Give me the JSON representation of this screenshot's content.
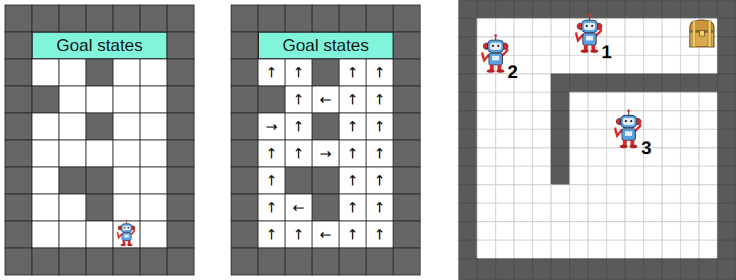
{
  "diagram": {
    "nodes": [
      {
        "text": [
          "Goal states"
        ]
      },
      {
        "text": [
          "Goal states"
        ]
      }
    ],
    "labels": [
      "↑",
      "↑",
      "↑",
      "↑",
      "↑",
      "←",
      "↑",
      "↑",
      "→",
      "↑",
      "↑",
      "↑",
      "↑",
      "↑",
      "→",
      "↑",
      "↑",
      "↑",
      "↑",
      "↑",
      "↑",
      "←",
      "↑",
      "↑",
      "↑",
      "↑",
      "←",
      "↑",
      "↑",
      "1",
      "2",
      "3"
    ]
  }
}
